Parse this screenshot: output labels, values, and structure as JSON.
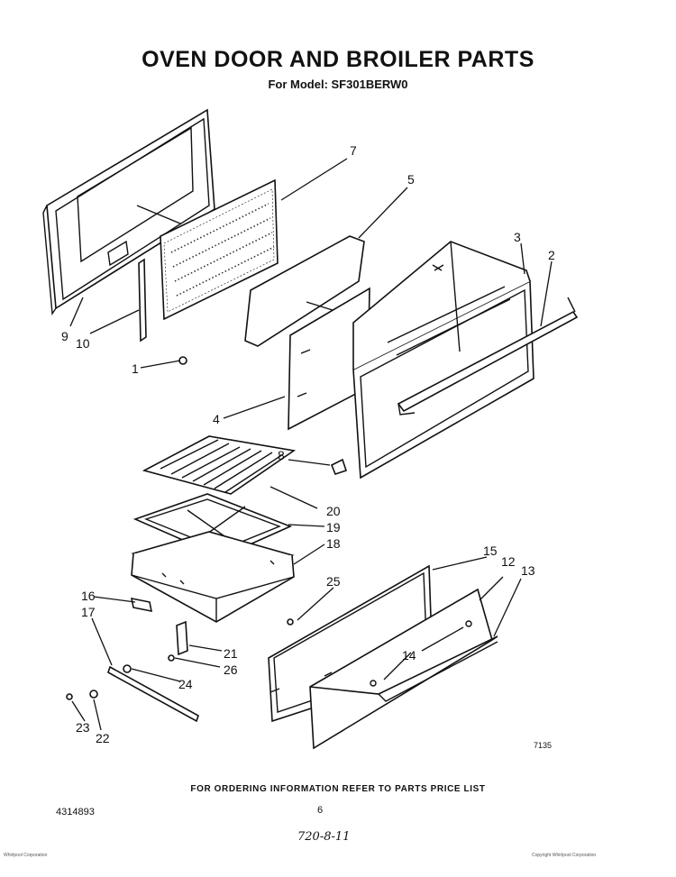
{
  "header": {
    "title": "OVEN DOOR AND BROILER PARTS",
    "subtitle": "For Model: SF301BERW0"
  },
  "footer": {
    "ordering_info": "FOR ORDERING INFORMATION REFER TO PARTS PRICE LIST",
    "document_number": "4314893",
    "page_number": "6",
    "handwritten_note": "720-8-11",
    "figure_code": "7135",
    "fine_print_left": "Whirlpool Corporation",
    "fine_print_right": "Copyright Whirlpool Corporation"
  },
  "diagram": {
    "part_labels": [
      "1",
      "2",
      "3",
      "4",
      "5",
      "7",
      "8",
      "9",
      "10",
      "12",
      "13",
      "14",
      "15",
      "16",
      "17",
      "18",
      "19",
      "20",
      "21",
      "22",
      "23",
      "24",
      "25",
      "26"
    ]
  }
}
